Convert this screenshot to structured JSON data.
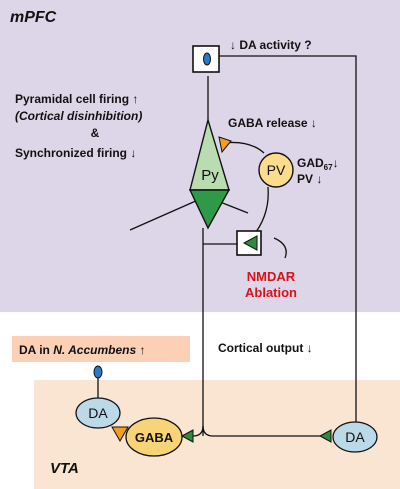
{
  "regions": {
    "mpfc": "mPFC",
    "vta": "VTA"
  },
  "labels": {
    "da_activity": "↓ DA activity ?",
    "pyramidal_line1": "Pyramidal cell firing ↑",
    "pyramidal_line2": "(Cortical disinhibition)",
    "amp": "&",
    "synchronized": "Synchronized firing ↓",
    "gaba_release": "GABA release ↓",
    "gad_main": "GAD",
    "gad_sub": "67",
    "gad_arrow": "↓",
    "pv_change": "PV ↓",
    "nmdar_line1": "NMDAR",
    "nmdar_line2": "Ablation",
    "cortical_output": "Cortical output ↓",
    "da_nacc_prefix": "DA in ",
    "da_nacc_italic": "N. Accumbens",
    "da_nacc_arrow": " ↑"
  },
  "cells": {
    "py": "Py",
    "pv": "PV",
    "da_left": "DA",
    "gaba": "GABA",
    "da_right": "DA"
  },
  "colors": {
    "mpfc_bg": "#ddd6e8",
    "vta_bg": "#fae5d3",
    "nacc_box": "#fbd0b4",
    "pyramid_green": "#b9ddb0",
    "pv_yellow": "#f9dc8c",
    "gaba_yellow": "#f7d478",
    "da_blue": "#bcd9e8",
    "terminal_blue": "#2b78c4",
    "synapse_orange": "#f0a020",
    "synapse_green": "#2e8b3a",
    "ablation_red": "#d8131a"
  }
}
